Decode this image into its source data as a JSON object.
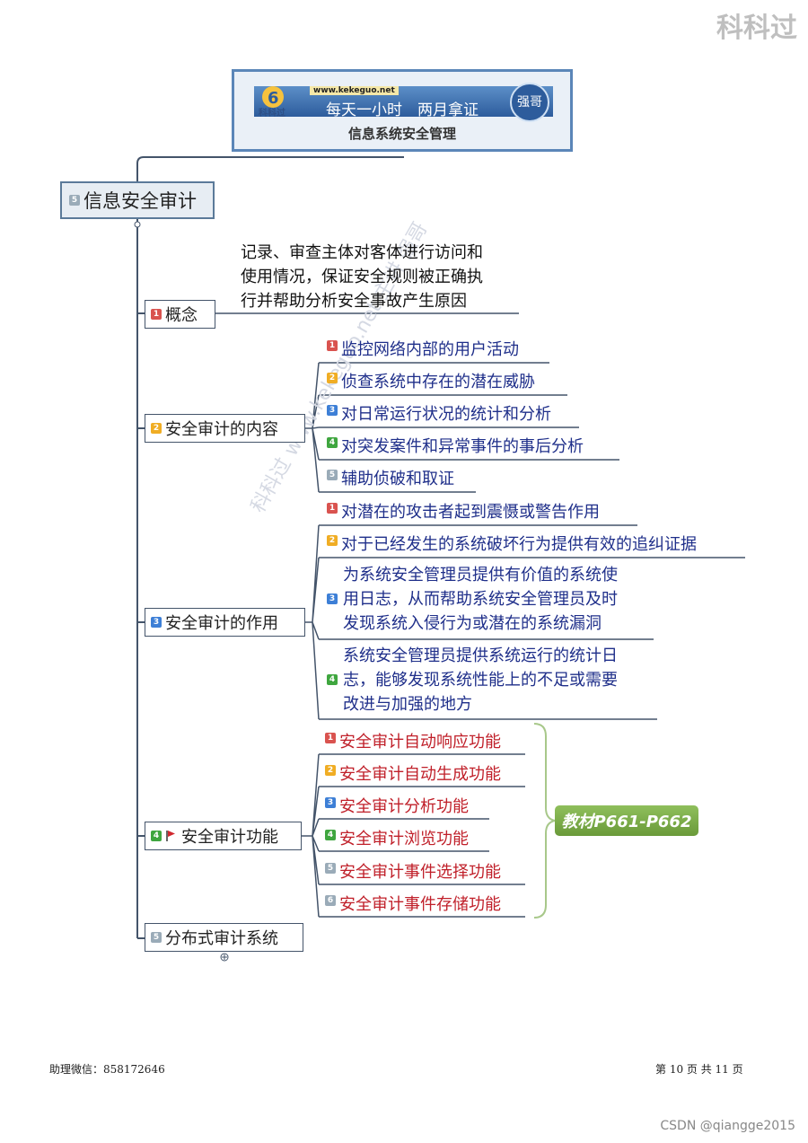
{
  "watermark_top": "科科过",
  "banner": {
    "logo_mark": "6",
    "logo_text": "科科过",
    "url": "www.kekeguo.net",
    "slogan": "每天一小时　两月拿证",
    "avatar_text": "强哥",
    "subtitle": "信息系统安全管理"
  },
  "root": {
    "number": "5",
    "label": "信息安全审计"
  },
  "branches": {
    "concept": {
      "number": "1",
      "label": "概念",
      "text_lines": [
        "记录、审查主体对客体进行访问和",
        "使用情况，保证安全规则被正确执",
        "行并帮助分析安全事故产生原因"
      ]
    },
    "content": {
      "number": "2",
      "label": "安全审计的内容",
      "items": [
        {
          "n": "1",
          "text": "监控网络内部的用户活动"
        },
        {
          "n": "2",
          "text": "侦查系统中存在的潜在威胁"
        },
        {
          "n": "3",
          "text": "对日常运行状况的统计和分析"
        },
        {
          "n": "4",
          "text": "对突发案件和异常事件的事后分析"
        },
        {
          "n": "5",
          "text": "辅助侦破和取证"
        }
      ]
    },
    "role": {
      "number": "3",
      "label": "安全审计的作用",
      "items": [
        {
          "n": "1",
          "lines": [
            "对潜在的攻击者起到震慑或警告作用"
          ]
        },
        {
          "n": "2",
          "lines": [
            "对于已经发生的系统破坏行为提供有效的追纠证据"
          ]
        },
        {
          "n": "3",
          "lines": [
            "为系统安全管理员提供有价值的系统使",
            "用日志，从而帮助系统安全管理员及时",
            "发现系统入侵行为或潜在的系统漏洞"
          ]
        },
        {
          "n": "4",
          "lines": [
            "系统安全管理员提供系统运行的统计日",
            "志，能够发现系统性能上的不足或需要",
            "改进与加强的地方"
          ]
        }
      ]
    },
    "function": {
      "number": "4",
      "flag_icon": "red-flag",
      "label": "安全审计功能",
      "items": [
        {
          "n": "1",
          "text": "安全审计自动响应功能"
        },
        {
          "n": "2",
          "text": "安全审计自动生成功能"
        },
        {
          "n": "3",
          "text": "安全审计分析功能"
        },
        {
          "n": "4",
          "text": "安全审计浏览功能"
        },
        {
          "n": "5",
          "text": "安全审计事件选择功能"
        },
        {
          "n": "6",
          "text": "安全审计事件存储功能"
        }
      ],
      "reference": "教材P661-P662"
    },
    "distributed": {
      "number": "5",
      "label": "分布式审计系统"
    }
  },
  "diagonal_watermark": "科科过 www.kekeguo.net 主讲 强哥",
  "footer": {
    "left": "助理微信：858172646",
    "right": "第 10 页 共 11 页"
  },
  "csdn": "CSDN @qiangge2015",
  "colors": {
    "blue_text": "#1f2f8a",
    "red_text": "#c0202a",
    "tree_line": "#44546a",
    "reference_bg": "#7aa948"
  }
}
